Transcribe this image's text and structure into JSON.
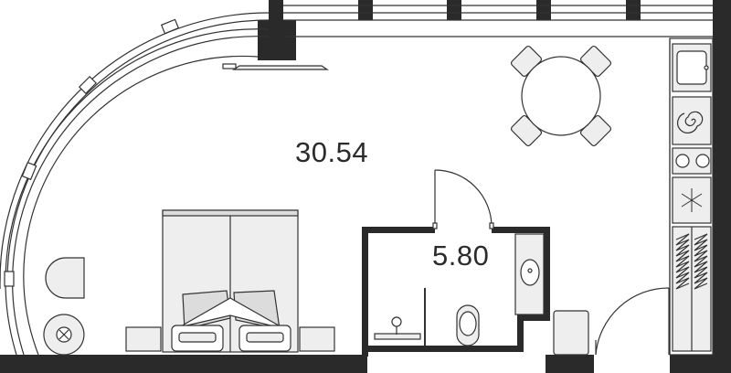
{
  "plan": {
    "rooms": [
      {
        "id": "main-room",
        "area": "30.54"
      },
      {
        "id": "bathroom",
        "area": "5.80"
      }
    ],
    "colors": {
      "wall": "#2a2a2a",
      "line": "#333333",
      "furniture_fill": "#eeeeee",
      "furniture_fill_dark": "#dcdcdc",
      "background": "#ffffff"
    },
    "icons": [
      "door-swing-icon",
      "bed-icon",
      "dining-table-icon",
      "sink-icon",
      "toilet-icon",
      "stove-icon",
      "shower-icon",
      "armchair-icon",
      "stool-icon"
    ]
  }
}
